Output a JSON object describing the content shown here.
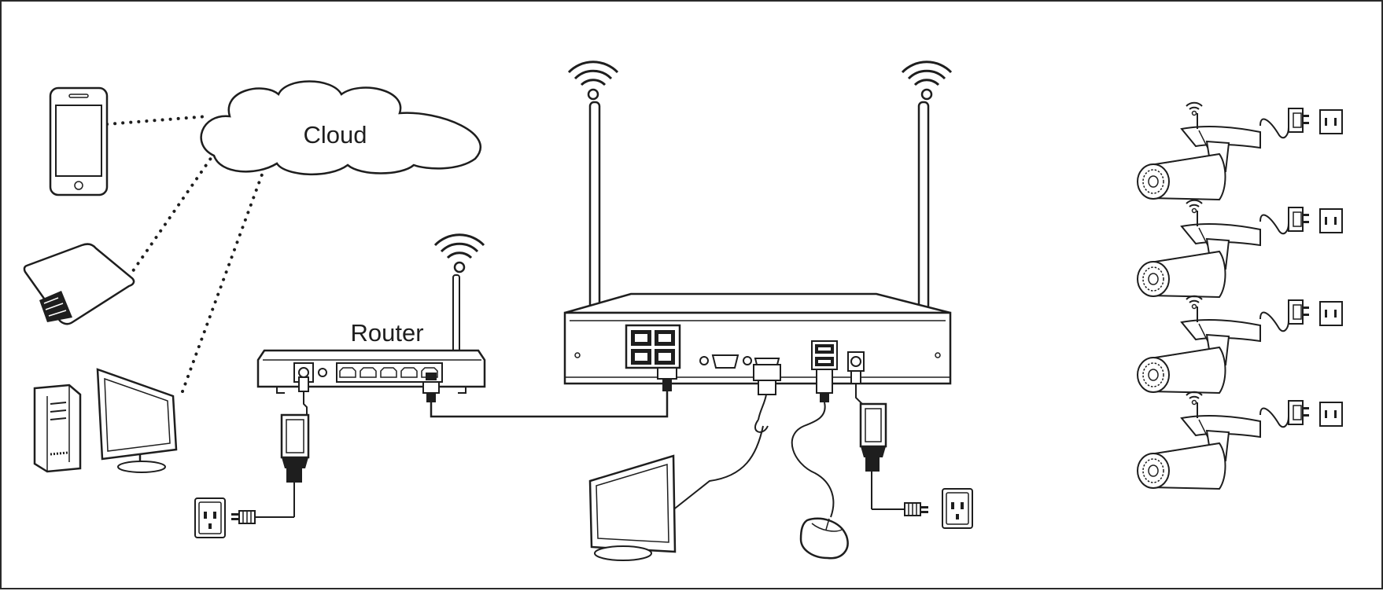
{
  "labels": {
    "cloud": "Cloud",
    "router": "Router"
  },
  "nodes": [
    {
      "id": "phone",
      "name": "smartphone-icon"
    },
    {
      "id": "tablet",
      "name": "tablet-icon"
    },
    {
      "id": "desktop",
      "name": "desktop-pc-icon"
    },
    {
      "id": "cloud",
      "name": "cloud-icon",
      "label_key": "cloud"
    },
    {
      "id": "router",
      "name": "router-icon",
      "label_key": "router"
    },
    {
      "id": "nvr",
      "name": "nvr-recorder-icon"
    },
    {
      "id": "monitor",
      "name": "monitor-icon"
    },
    {
      "id": "mouse",
      "name": "mouse-icon"
    },
    {
      "id": "cameras",
      "name": "ip-camera-icon",
      "count": 4
    }
  ],
  "edges": [
    {
      "from": "phone",
      "to": "cloud",
      "style": "dotted"
    },
    {
      "from": "tablet",
      "to": "cloud",
      "style": "dotted"
    },
    {
      "from": "desktop",
      "to": "cloud",
      "style": "dotted"
    },
    {
      "from": "router",
      "to": "nvr",
      "style": "cable"
    },
    {
      "from": "nvr",
      "to": "monitor",
      "style": "cable"
    },
    {
      "from": "nvr",
      "to": "mouse",
      "style": "cable"
    }
  ],
  "colors": {
    "line": "#1e1e1e",
    "fill": "#ffffff",
    "frame": "#2a2a2a"
  }
}
